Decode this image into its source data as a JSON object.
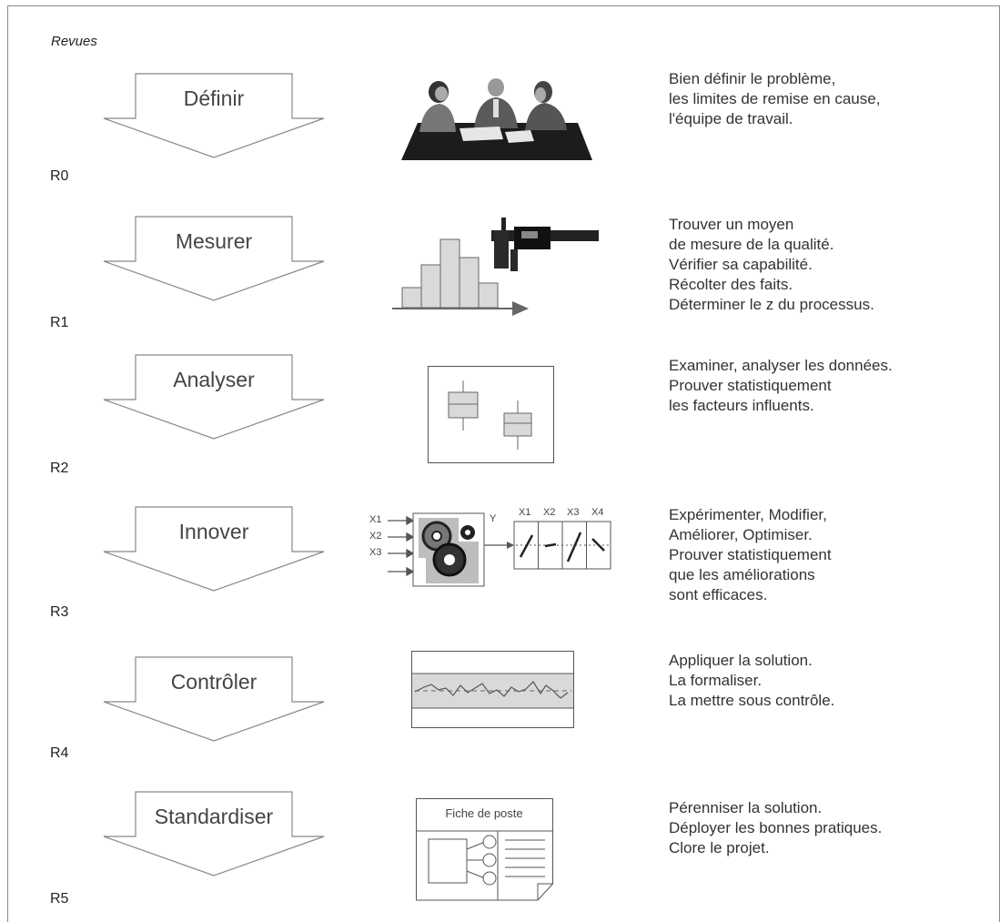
{
  "header": {
    "revues_label": "Revues"
  },
  "steps": [
    {
      "phase": "Définir",
      "review": "R0",
      "lines": [
        "Bien définir le problème,",
        "les limites de remise en cause,",
        "l'équipe de travail."
      ]
    },
    {
      "phase": "Mesurer",
      "review": "R1",
      "lines": [
        "Trouver un moyen",
        "de mesure de la qualité.",
        "Vérifier sa capabilité.",
        "Récolter des faits.",
        "Déterminer le z du processus."
      ]
    },
    {
      "phase": "Analyser",
      "review": "R2",
      "lines": [
        "Examiner, analyser les données.",
        "Prouver statistiquement",
        "les facteurs influents."
      ]
    },
    {
      "phase": "Innover",
      "review": "R3",
      "lines": [
        "Expérimenter, Modifier,",
        "Améliorer, Optimiser.",
        "Prouver statistiquement",
        "que les améliorations",
        "sont efficaces."
      ]
    },
    {
      "phase": "Contrôler",
      "review": "R4",
      "lines": [
        "Appliquer la solution.",
        "La formaliser.",
        "La mettre sous contrôle."
      ]
    },
    {
      "phase": "Standardiser",
      "review": "R5",
      "lines": [
        "Pérenniser la solution.",
        "Déployer les bonnes pratiques.",
        "Clore le projet."
      ]
    }
  ],
  "innover_icon": {
    "inputs": [
      "X1",
      "X2",
      "X3"
    ],
    "output": "Y",
    "factors": [
      "X1",
      "X2",
      "X3",
      "X4"
    ]
  },
  "standardiser_icon": {
    "title": "Fiche de poste"
  },
  "colors": {
    "icon_fill": "#d9d9d9",
    "icon_stroke": "#555555",
    "text": "#333333"
  }
}
